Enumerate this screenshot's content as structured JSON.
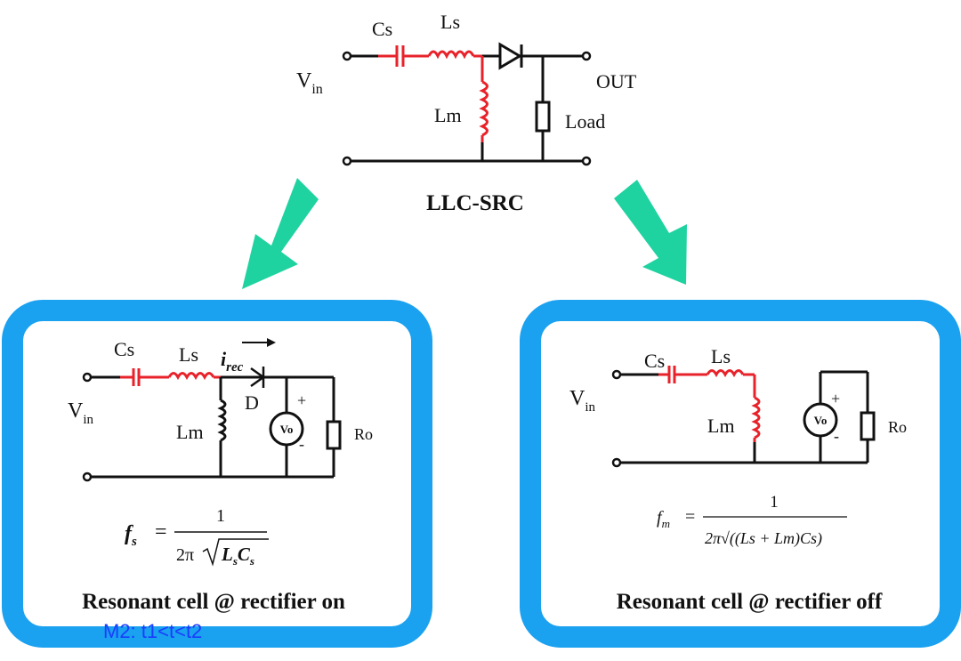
{
  "colors": {
    "panel_border": "#1aa1f0",
    "arrow": "#1fd3a0",
    "resonant_parts": "#e8222a",
    "annotation": "#1a3cff"
  },
  "top": {
    "cs": "Cs",
    "ls": "Ls",
    "lm": "Lm",
    "vin_main": "V",
    "vin_sub": "in",
    "out": "OUT",
    "load": "Load",
    "title": "LLC-SRC"
  },
  "left_panel": {
    "cs": "Cs",
    "ls": "Ls",
    "irec_main": "i",
    "irec_sub": "rec",
    "diode": "D",
    "lm": "Lm",
    "vin_main": "V",
    "vin_sub": "in",
    "vo": "Vo",
    "plus": "+",
    "minus": "-",
    "ro": "Ro",
    "formula_lhs_main": "f",
    "formula_lhs_sub": "s",
    "formula_eq": "=",
    "formula_num": "1",
    "formula_den_prefix": "2π",
    "formula_den_l": "L",
    "formula_den_ls": "s",
    "formula_den_c": "C",
    "formula_den_cs": "s",
    "caption": "Resonant cell @ rectifier on",
    "annotation": "M2: t1<t<t2"
  },
  "right_panel": {
    "cs": "Cs",
    "ls": "Ls",
    "lm": "Lm",
    "vin_main": "V",
    "vin_sub": "in",
    "vo": "Vo",
    "plus": "+",
    "minus": "-",
    "ro": "Ro",
    "formula_lhs_main": "f",
    "formula_lhs_sub": "m",
    "formula_eq": "=",
    "formula_num": "1",
    "formula_den": "2π√((Ls + Lm)Cs)",
    "caption": "Resonant cell @ rectifier off"
  }
}
